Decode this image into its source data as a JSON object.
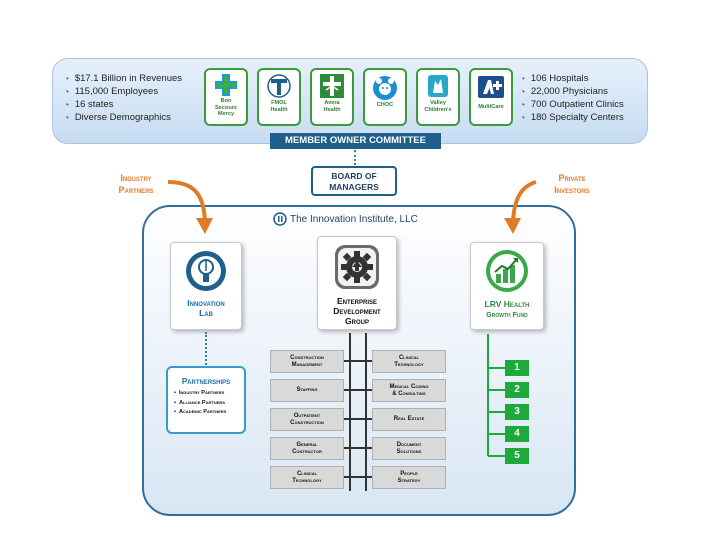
{
  "banner": {
    "left_stats": [
      "$17.1 Billion in Revenues",
      "115,000 Employees",
      "16 states",
      "Diverse Demographics"
    ],
    "right_stats": [
      "106 Hospitals",
      "22,000 Physicians",
      "700 Outpatient Clinics",
      "180 Specialty Centers"
    ],
    "members": [
      {
        "name_lines": [
          "Bon",
          "Secours",
          "Mercy"
        ],
        "icon": "cross-icon"
      },
      {
        "name_lines": [
          "FMOL",
          "Health"
        ],
        "icon": "tau-cross-icon"
      },
      {
        "name_lines": [
          "Avera",
          "Health"
        ],
        "icon": "avera-cross-icon"
      },
      {
        "name_lines": [
          "CHOC"
        ],
        "icon": "choc-bear-icon"
      },
      {
        "name_lines": [
          "Valley",
          "Children's"
        ],
        "icon": "valley-children-icon"
      },
      {
        "name_lines": [
          "MultiCare"
        ],
        "icon": "multicare-plus-icon"
      }
    ],
    "committee_label": "MEMBER OWNER COMMITTEE"
  },
  "board": {
    "line1": "BOARD OF",
    "line2": "MANAGERS"
  },
  "industry_partners": {
    "line1": "Industry",
    "line2": "Partners"
  },
  "private_investors": {
    "line1": "Private",
    "line2": "Investors"
  },
  "institute_title": "The Innovation Institute, LLC",
  "innovation_lab": {
    "line1": "Innovation",
    "line2": "Lab",
    "icon": "lightbulb-icon"
  },
  "enterprise_group": {
    "line1": "Enterprise",
    "line2": "Development",
    "line3": "Group",
    "icon": "gear-icon"
  },
  "lrv": {
    "line1": "LRV Health",
    "line2": "Growth Fund",
    "icon": "growth-chart-icon"
  },
  "partnerships": {
    "title": "Partnerships",
    "items": [
      "Industry Partners",
      "Alliance Partners",
      "Academic Partners"
    ]
  },
  "services_left": [
    [
      "Construction",
      "Management"
    ],
    [
      "Staffing"
    ],
    [
      "Outpatient",
      "Construction"
    ],
    [
      "General",
      "Contractor"
    ],
    [
      "Clinical",
      "Technology"
    ]
  ],
  "services_right": [
    [
      "Clinical",
      "Technology"
    ],
    [
      "Medical Coding",
      "& Consulting"
    ],
    [
      "Real Estate"
    ],
    [
      "Document",
      "Solutions"
    ],
    [
      "People",
      "Strategy"
    ]
  ],
  "fund_numbers": [
    "1",
    "2",
    "3",
    "4",
    "5"
  ],
  "colors": {
    "brand_blue": "#1f5f8b",
    "accent_orange": "#e07b28",
    "member_green": "#3c9a3c",
    "fund_green": "#1eaa3a"
  }
}
